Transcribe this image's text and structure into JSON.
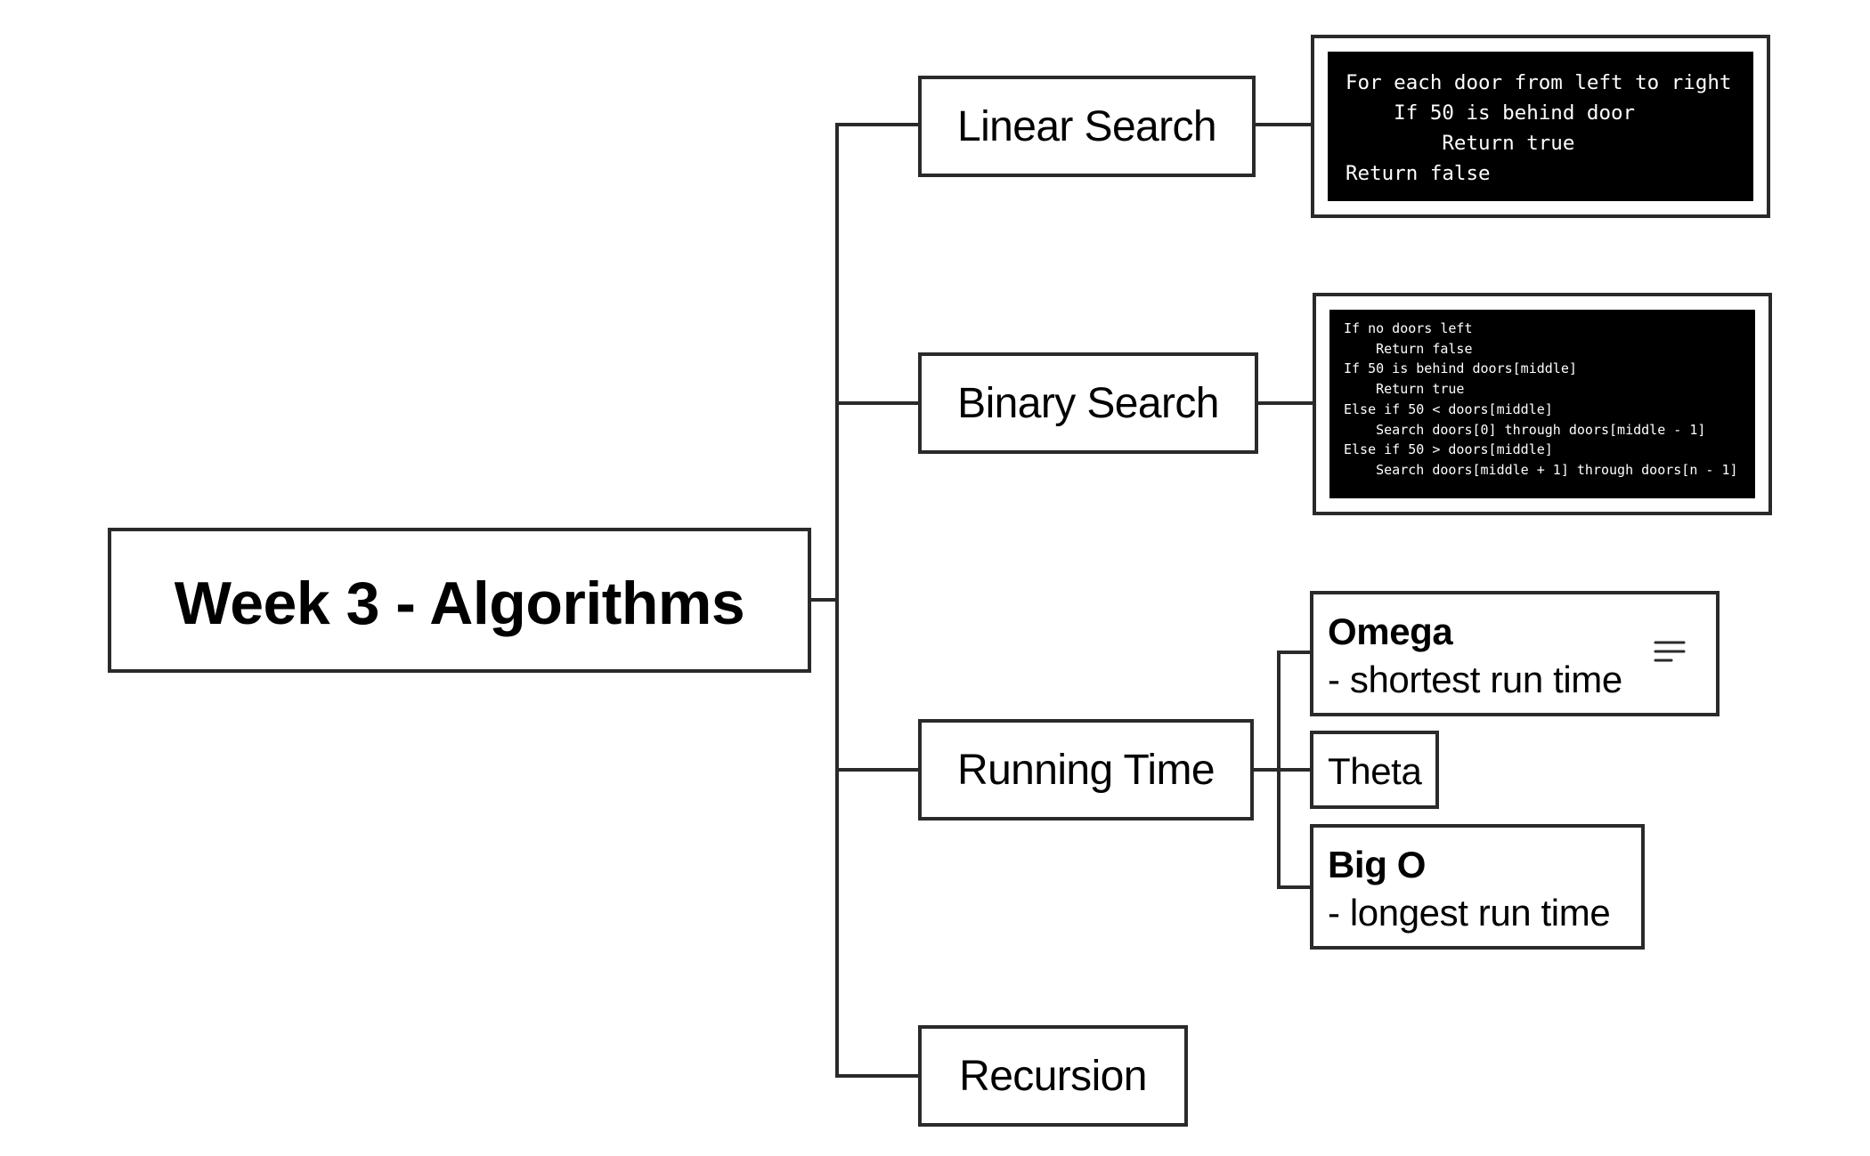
{
  "root": {
    "label": "Week 3 - Algorithms"
  },
  "topics": {
    "linear_search": {
      "label": "Linear Search"
    },
    "binary_search": {
      "label": "Binary Search"
    },
    "running_time": {
      "label": "Running Time"
    },
    "recursion": {
      "label": "Recursion"
    }
  },
  "code": {
    "linear_search": [
      "For each door from left to right",
      "    If 50 is behind door",
      "        Return true",
      "Return false"
    ],
    "binary_search": [
      "If no doors left",
      "    Return false",
      "If 50 is behind doors[middle]",
      "    Return true",
      "Else if 50 < doors[middle]",
      "    Search doors[0] through doors[middle - 1]",
      "Else if 50 > doors[middle]",
      "    Search doors[middle + 1] through doors[n - 1]"
    ]
  },
  "running_time_children": {
    "omega": {
      "title": "Omega",
      "desc": "- shortest run time",
      "icon": "notes-icon"
    },
    "theta": {
      "title": "Theta"
    },
    "big_o": {
      "title": "Big O",
      "desc": "- longest run time"
    }
  },
  "colors": {
    "border": "#2a2a2a",
    "code_background": "#000000",
    "code_text": "#ffffff"
  }
}
